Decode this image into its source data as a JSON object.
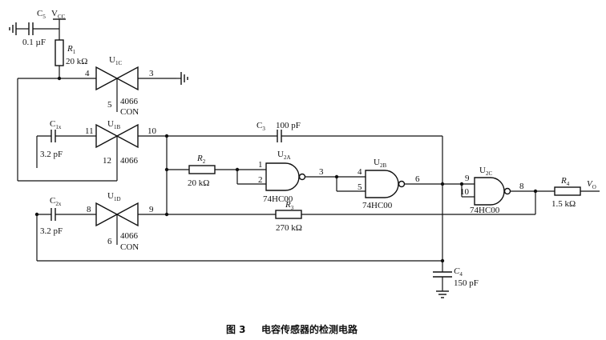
{
  "components": {
    "c5": {
      "ref": "C",
      "sub": "5",
      "value": "0.1 µF"
    },
    "vcc": {
      "ref": "V",
      "sub": "CC"
    },
    "r1": {
      "ref": "R",
      "sub": "1",
      "value": "20 kΩ"
    },
    "u1c": {
      "ref": "U",
      "sub": "1C",
      "part": "4066",
      "ctrl": "CON",
      "pins": [
        "4",
        "3",
        "5"
      ]
    },
    "c1x": {
      "ref": "C",
      "sub": "1x",
      "value": "3.2 pF"
    },
    "u1b": {
      "ref": "U",
      "sub": "1B",
      "part": "4066",
      "pins": [
        "11",
        "10",
        "12"
      ]
    },
    "c2x": {
      "ref": "C",
      "sub": "2x",
      "value": "3.2 pF"
    },
    "u1d": {
      "ref": "U",
      "sub": "1D",
      "part": "4066",
      "ctrl": "CON",
      "pins": [
        "8",
        "9",
        "6"
      ]
    },
    "c3": {
      "ref": "C",
      "sub": "3",
      "value": "100 pF"
    },
    "r2": {
      "ref": "R",
      "sub": "2",
      "value": "20 kΩ"
    },
    "u2a": {
      "ref": "U",
      "sub": "2A",
      "part": "74HC00",
      "pins": [
        "1",
        "2",
        "3"
      ]
    },
    "u2b": {
      "ref": "U",
      "sub": "2B",
      "part": "74HC00",
      "pins": [
        "4",
        "5",
        "6"
      ]
    },
    "u2c": {
      "ref": "U",
      "sub": "2C",
      "part": "74HC00",
      "pins": [
        "9",
        "10",
        "8"
      ]
    },
    "r3": {
      "ref": "R",
      "sub": "3",
      "value": "270 kΩ"
    },
    "r4": {
      "ref": "R",
      "sub": "4",
      "value": "1.5 kΩ"
    },
    "vo": {
      "ref": "V",
      "sub": "O"
    },
    "c4": {
      "ref": "C",
      "sub": "4",
      "value": "150 pF"
    }
  },
  "caption": {
    "figure": "图 3",
    "title": "电容传感器的检测电路"
  }
}
